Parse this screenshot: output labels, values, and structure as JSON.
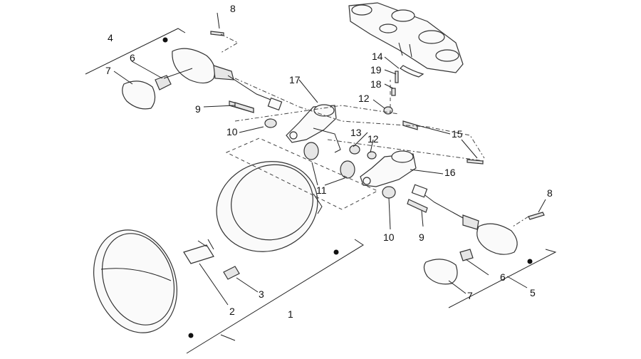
{
  "callouts": [
    {
      "id": "c1",
      "text": "1"
    },
    {
      "id": "c2",
      "text": "2"
    },
    {
      "id": "c3",
      "text": "3"
    },
    {
      "id": "c4",
      "text": "4"
    },
    {
      "id": "c5",
      "text": "5"
    },
    {
      "id": "c6a",
      "text": "6"
    },
    {
      "id": "c6b",
      "text": "6"
    },
    {
      "id": "c7a",
      "text": "7"
    },
    {
      "id": "c7b",
      "text": "7"
    },
    {
      "id": "c8a",
      "text": "8"
    },
    {
      "id": "c8b",
      "text": "8"
    },
    {
      "id": "c9a",
      "text": "9"
    },
    {
      "id": "c9b",
      "text": "9"
    },
    {
      "id": "c10a",
      "text": "10"
    },
    {
      "id": "c10b",
      "text": "10"
    },
    {
      "id": "c11",
      "text": "11"
    },
    {
      "id": "c12a",
      "text": "12"
    },
    {
      "id": "c12b",
      "text": "12"
    },
    {
      "id": "c13",
      "text": "13"
    },
    {
      "id": "c14",
      "text": "14"
    },
    {
      "id": "c15",
      "text": "15"
    },
    {
      "id": "c16",
      "text": "16"
    },
    {
      "id": "c17",
      "text": "17"
    },
    {
      "id": "c18",
      "text": "18"
    },
    {
      "id": "c19",
      "text": "19"
    }
  ]
}
